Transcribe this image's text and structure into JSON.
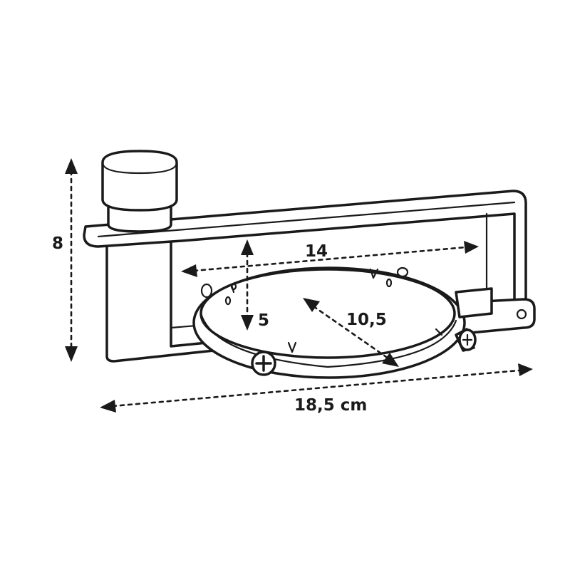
{
  "dimensions": {
    "height": "8",
    "inner_width": "14",
    "ring_depth": "5",
    "ring_diameter": "10,5",
    "total_width": "18,5 cm"
  },
  "icons": {
    "screw_front": "phillips-screw-icon",
    "screw_right": "phillips-screw-icon",
    "knob": "clamp-knob-icon"
  },
  "colors": {
    "line": "#1a1a1a",
    "background": "#ffffff"
  }
}
